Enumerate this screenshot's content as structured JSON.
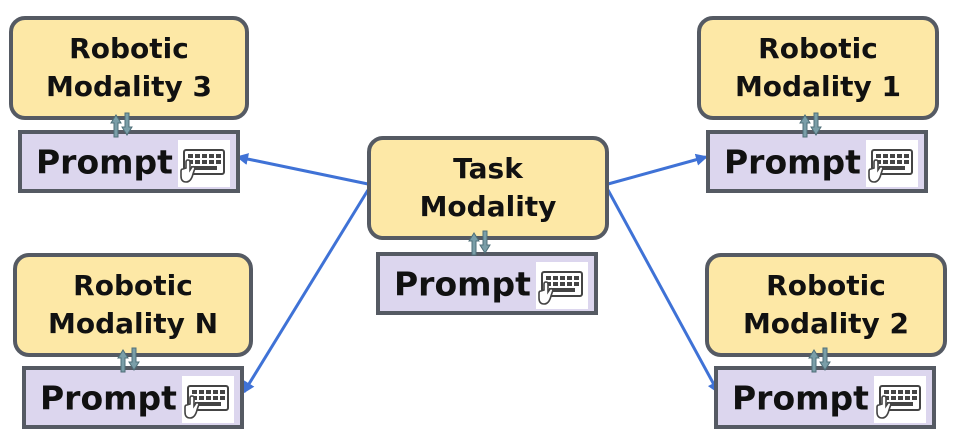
{
  "nodes": {
    "robotic_3": {
      "label": "Robotic\nModality 3",
      "prompt": "Prompt",
      "keyboard_icon": "keyboard-hand-icon"
    },
    "robotic_1": {
      "label": "Robotic\nModality 1",
      "prompt": "Prompt",
      "keyboard_icon": "keyboard-hand-icon"
    },
    "task": {
      "label": "Task\nModality",
      "prompt": "Prompt",
      "keyboard_icon": "keyboard-hand-icon"
    },
    "robotic_n": {
      "label": "Robotic\nModality N",
      "prompt": "Prompt",
      "keyboard_icon": "keyboard-hand-icon"
    },
    "robotic_2": {
      "label": "Robotic\nModality 2",
      "prompt": "Prompt",
      "keyboard_icon": "keyboard-hand-icon"
    }
  },
  "edges": [
    {
      "from": "task",
      "to": "robotic_3.prompt"
    },
    {
      "from": "task",
      "to": "robotic_n.prompt"
    },
    {
      "from": "task",
      "to": "robotic_1.prompt"
    },
    {
      "from": "task",
      "to": "robotic_2.prompt"
    }
  ],
  "colors": {
    "modality_fill": "#fde8a6",
    "prompt_fill": "#dcd6ee",
    "border": "#555a63",
    "arrow": "#3f72d6",
    "exchange_arrow": "#7a9ea8"
  }
}
